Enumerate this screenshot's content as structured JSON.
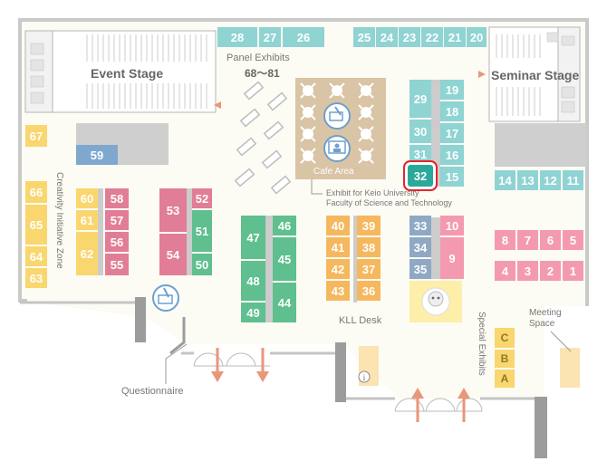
{
  "labels": {
    "event_stage": "Event Stage",
    "seminar_stage": "Seminar Stage",
    "panel_exhibits": "Panel Exhibits",
    "panel_range": "68〜81",
    "cafe_area": "Cafe Area",
    "exhibit_line1": "Exhibit for Keio University",
    "exhibit_line2": "Faculty of Science and Technology",
    "creativity_zone": "Creativity Initiative Zone",
    "kll_desk": "KLL Desk",
    "questionnaire": "Questionnaire",
    "special_exhibits": "Special Exhibits",
    "meeting_space": "Meeting\nSpace",
    "info_glyph": "i"
  },
  "colors": {
    "teal": "#8fd3d3",
    "orange": "#f5b85f",
    "yellow": "#f9d66e",
    "pink": "#e27d97",
    "light_pink": "#f49ab0",
    "green": "#5fbf8e",
    "blue": "#7fa8cf",
    "steel": "#8fa9c4",
    "cafe": "#d9c4a5",
    "highlight": "#e3262b",
    "arrow": "#e9967a",
    "light_yellow": "#fdefa9"
  },
  "highlighted_booth": "32",
  "booths": {
    "top_row": [
      "28",
      "27",
      "26",
      "25",
      "24",
      "23",
      "22",
      "21",
      "20"
    ],
    "col_29_31": [
      "29",
      "30",
      "31"
    ],
    "col_19_15": [
      "19",
      "18",
      "17",
      "16",
      "15"
    ],
    "highlight": "32",
    "col_33_35": [
      "33",
      "34",
      "35"
    ],
    "col_10_9": [
      "10",
      "9"
    ],
    "row_14_11": [
      "14",
      "13",
      "12",
      "11"
    ],
    "row_8_5": [
      "8",
      "7",
      "6",
      "5"
    ],
    "row_4_1": [
      "4",
      "3",
      "2",
      "1"
    ],
    "col_40_43": [
      "40",
      "41",
      "42",
      "43"
    ],
    "col_39_36": [
      "39",
      "38",
      "37",
      "36"
    ],
    "col_47_49": [
      "47",
      "48",
      "49"
    ],
    "col_46_44": [
      "46",
      "45",
      "44"
    ],
    "col_53_54": [
      "53",
      "54"
    ],
    "col_52_50": [
      "52",
      "51",
      "50"
    ],
    "col_60_62": [
      "60",
      "61",
      "62"
    ],
    "col_58_55": [
      "58",
      "57",
      "56",
      "55"
    ],
    "col_66_63": [
      "67",
      "66",
      "65",
      "64",
      "63"
    ],
    "b59": "59",
    "special": [
      "C",
      "B",
      "A"
    ]
  }
}
